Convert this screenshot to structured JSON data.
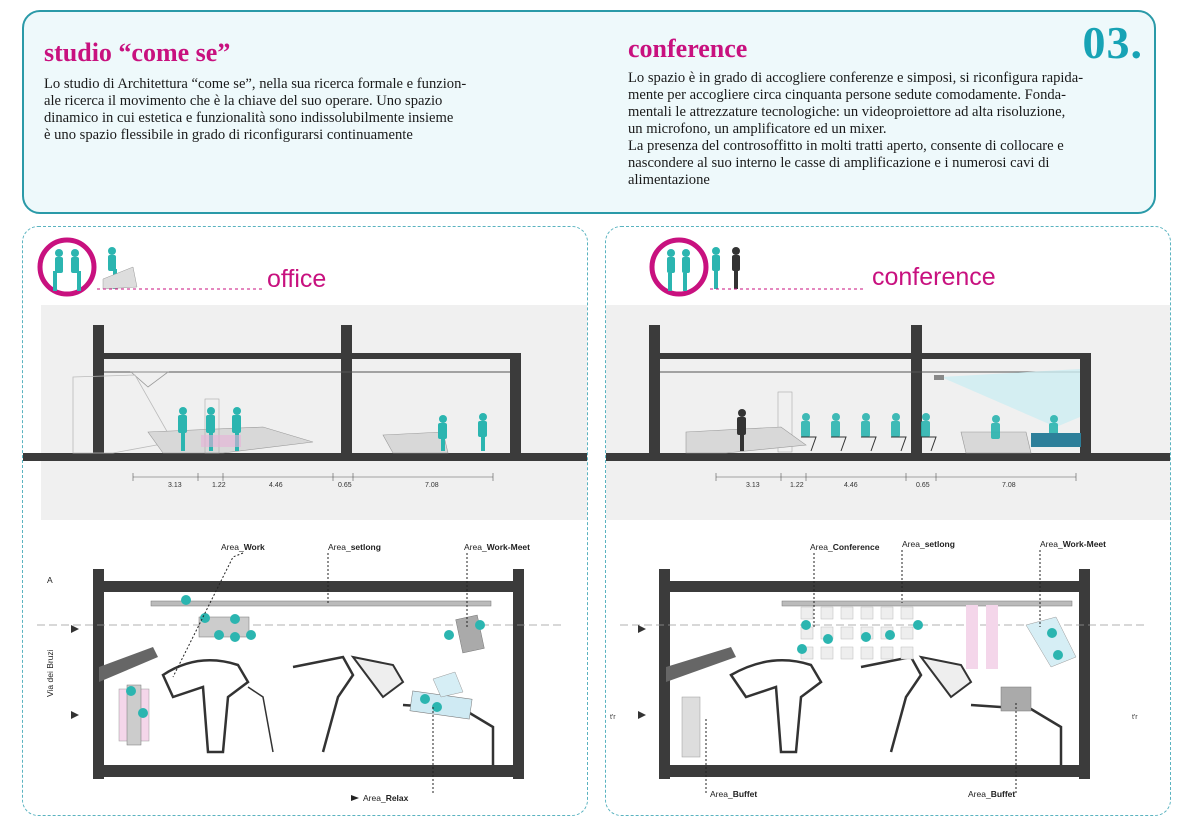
{
  "header": {
    "left_title": "studio “come se”",
    "left_text": [
      "Lo studio di Architettura “come se”, nella sua ricerca formale e funzion-",
      "ale ricerca il movimento che è la chiave del suo operare. Uno spazio",
      "dinamico in cui estetica e funzionalità sono indissolubilmente insieme",
      "è uno spazio flessibile in grado di riconfigurarsi continuamente"
    ],
    "right_title": "conference",
    "right_text": [
      "Lo spazio è in grado di accogliere conferenze e simposi, si riconfigura rapida-",
      "mente per accogliere circa cinquanta persone sedute comodamente. Fonda-",
      "mentali le attrezzature tecnologiche: un videoproiettore ad alta risoluzione,",
      "un microfono, un amplificatore ed un mixer.",
      "La presenza del controsoffitto in molti tratti aperto, consente di collocare e",
      "nascondere al suo interno le casse di amplificazione e i numerosi cavi  di",
      "alimentazione"
    ],
    "page_number": "03."
  },
  "colors": {
    "accent": "#c8117f",
    "teal": "#17a3b5",
    "figure": "#2bb5b0",
    "wall": "#3b3b3b"
  },
  "office": {
    "mode_label": "office",
    "dimensions": [
      "3.13",
      "1.22",
      "4.46",
      "0.65",
      "7.08"
    ],
    "areas": {
      "work": [
        "Area_",
        "Work"
      ],
      "setlong": [
        "Area_",
        "setlong"
      ],
      "work_meet": [
        "Area_",
        "Work-Meet"
      ],
      "relax": [
        "Area_",
        "Relax"
      ]
    },
    "street": "Via dei Bruzi",
    "section_mark": "A"
  },
  "conference": {
    "mode_label": "conference",
    "dimensions": [
      "3.13",
      "1.22",
      "4.46",
      "0.65",
      "7.08"
    ],
    "areas": {
      "conference": [
        "Area_",
        "Conference"
      ],
      "setlong": [
        "Area_",
        "setlong"
      ],
      "work_meet": [
        "Area_",
        "Work-Meet"
      ],
      "buffet_left": [
        "Area_",
        "Buffet"
      ],
      "buffet_right": [
        "Area_",
        "Buffet"
      ]
    },
    "section_marks": [
      "t'r",
      "t'r"
    ]
  }
}
